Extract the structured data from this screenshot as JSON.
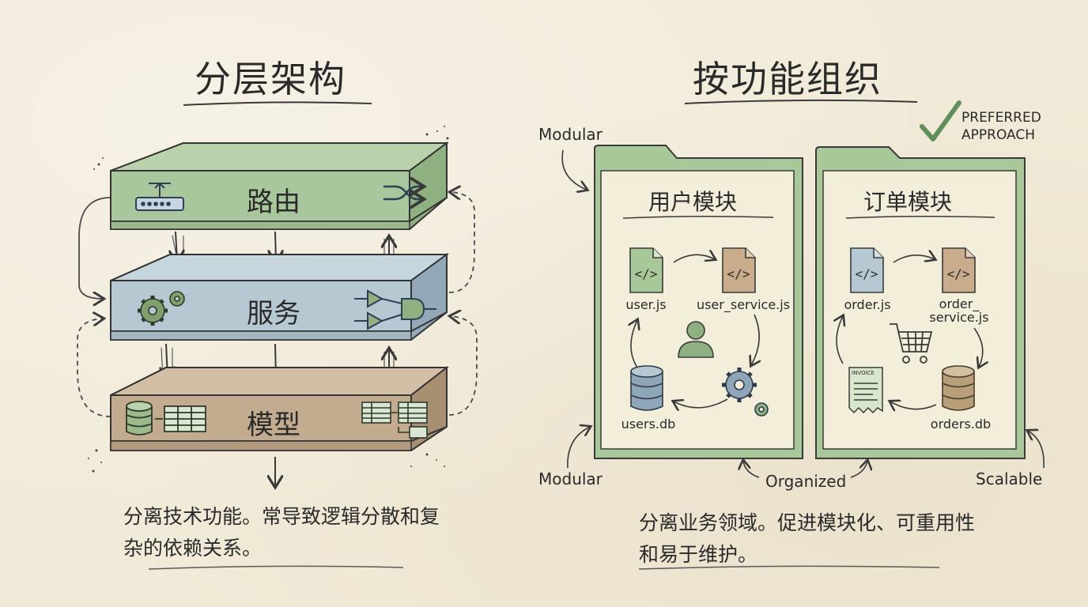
{
  "left": {
    "title": "分层架构",
    "layers": {
      "routing": "路由",
      "service": "服务",
      "model": "模型"
    },
    "description": "分离技术功能。常导致逻辑分散和复杂的依赖关系。"
  },
  "right": {
    "title": "按功能组织",
    "preferred_badge": "PREFERRED APPROACH",
    "tags": {
      "modular_top": "Modular",
      "modular_bottom": "Modular",
      "organized": "Organized",
      "scalable": "Scalable"
    },
    "user_module": {
      "title": "用户模块",
      "files": {
        "component": "user.js",
        "service": "user_service.js",
        "db": "users.db"
      }
    },
    "order_module": {
      "title": "订单模块",
      "files": {
        "component": "order.js",
        "service": "order_\nservice.js",
        "db": "orders.db"
      },
      "invoice_label": "INVOICE"
    },
    "description": "分离业务领域。促进模块化、可重用性和易于维护。"
  },
  "colors": {
    "background": "#f1ead8",
    "routing_green": "#a9c79c",
    "service_blue": "#b6c9d3",
    "model_brown": "#c2ab8f",
    "folder_green": "#a8c89a",
    "ink": "#2c2c2c"
  }
}
